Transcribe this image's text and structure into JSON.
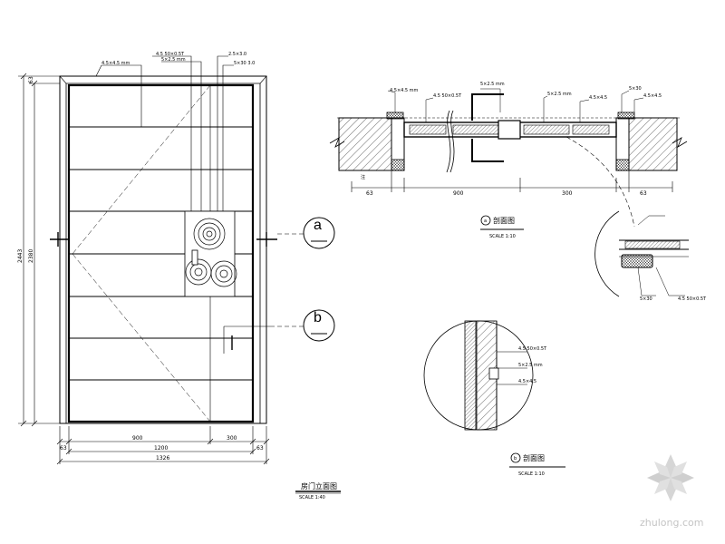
{
  "elevation": {
    "dims": {
      "left_top": "63",
      "left_total": "2443",
      "left_inner": "2380",
      "bottom_left_63": "63",
      "bottom_right_63": "63",
      "bottom_900": "900",
      "bottom_300": "300",
      "bottom_1200": "1200",
      "bottom_total": "1326"
    },
    "notes": {
      "note_a": "4.5×4.5 mm",
      "note_b": "4.5 50×0.5T",
      "note_c": "5×2.5 mm",
      "note_d": "2.5×3.0",
      "note_e": "5×30 3.0"
    },
    "title": "房门立面图",
    "scale": "SCALE 1:40"
  },
  "callouts": {
    "a": "a",
    "b": "b"
  },
  "section_a": {
    "notes": {
      "n1": "4.5×4.5 mm",
      "n2": "4.5 50×0.5T",
      "n3": "5×2.5 mm",
      "n4": "5×2.5 mm",
      "n5": "4.5×4.5",
      "n6": "5×30",
      "n7": "4.5×4.5",
      "tag": "注"
    },
    "dims": {
      "d1": "63",
      "d2": "900",
      "d3": "300",
      "d4": "63"
    },
    "title": "剖面图",
    "title_marker": "a",
    "scale": "SCALE 1:10",
    "detail_notes": {
      "d1": "5×30",
      "d2": "4.5 50×0.5T"
    }
  },
  "section_b": {
    "notes": {
      "n1": "4.5 50×0.5T",
      "n2": "5×2.5 mm",
      "n3": "4.5×4.5"
    },
    "title": "剖面图",
    "title_marker": "b",
    "scale": "SCALE 1:10"
  },
  "watermark": {
    "text": "zhulong.com"
  }
}
